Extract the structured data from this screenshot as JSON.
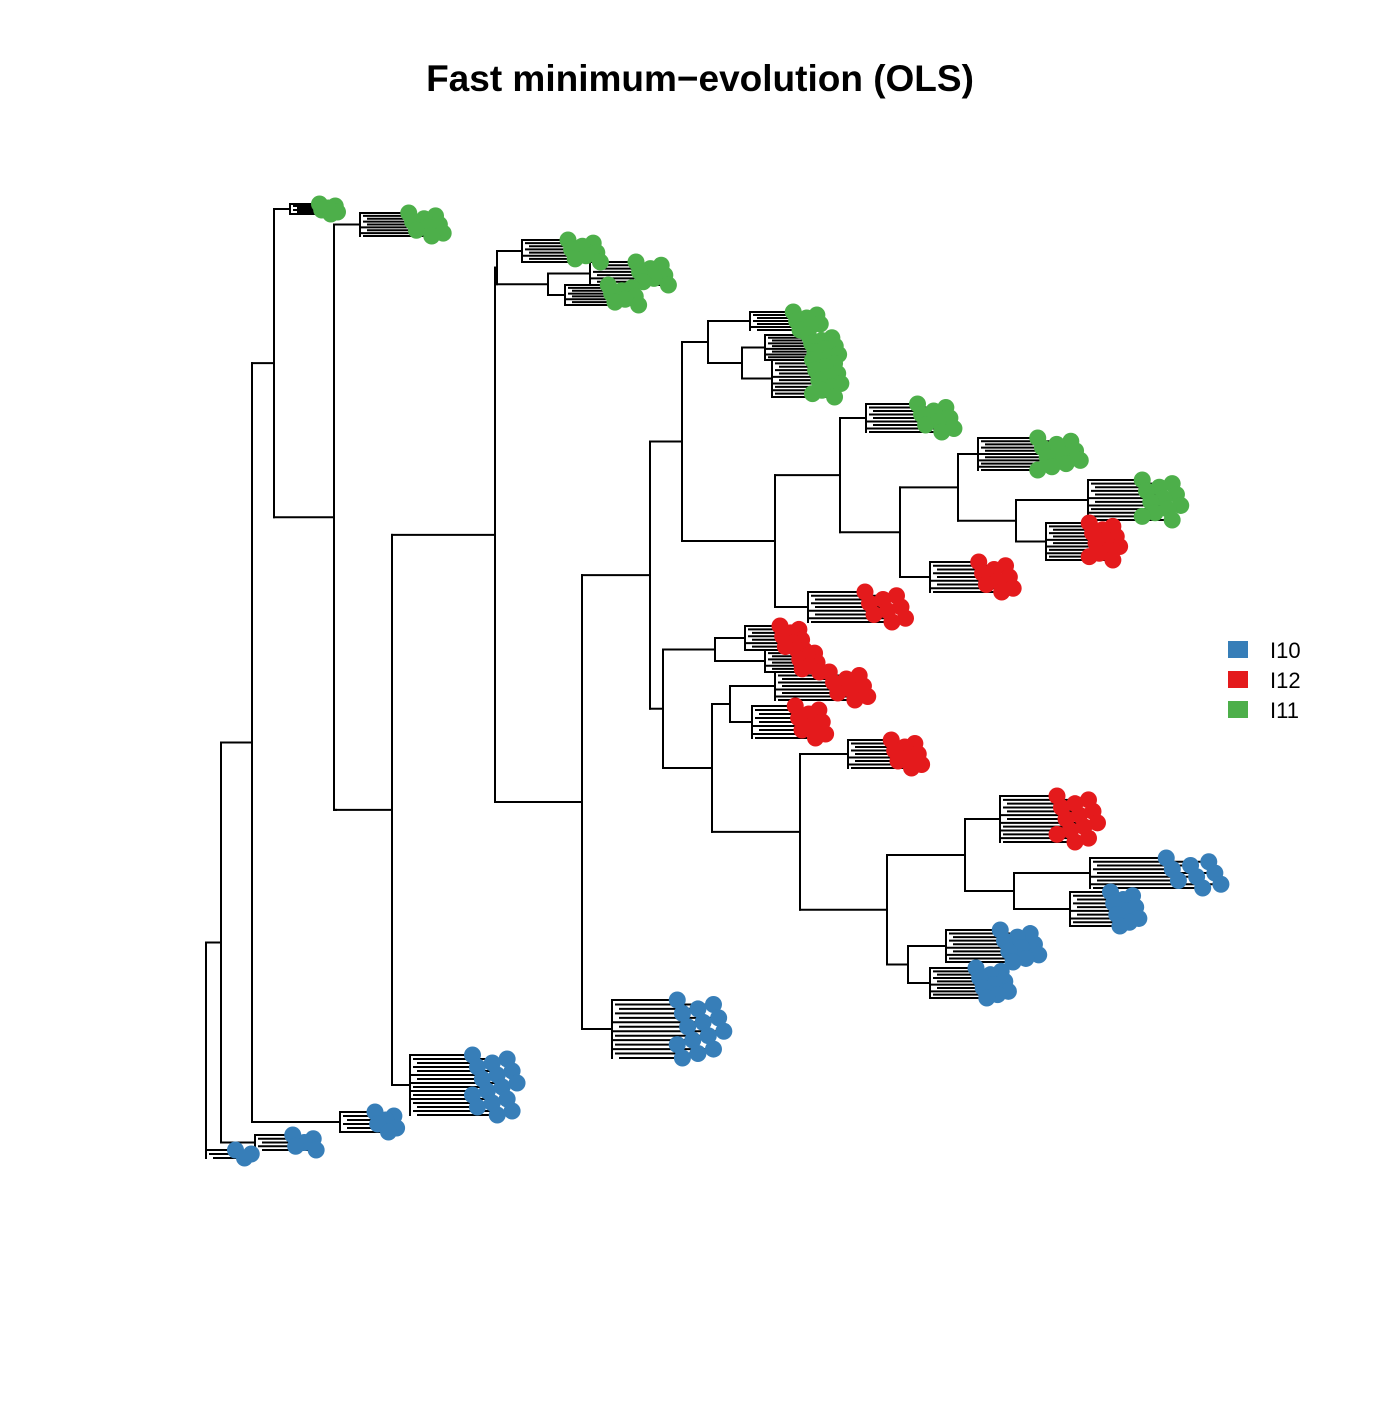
{
  "title": "Fast minimum−evolution (OLS)",
  "legend": [
    {
      "label": "I10",
      "color": "#377EB8"
    },
    {
      "label": "I12",
      "color": "#E41A1C"
    },
    {
      "label": "I11",
      "color": "#4DAF4A"
    }
  ],
  "colors": {
    "I10": "#377EB8",
    "I12": "#E41A1C",
    "I11": "#4DAF4A",
    "edge": "#000000"
  }
}
